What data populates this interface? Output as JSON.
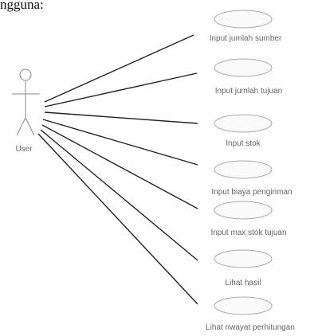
{
  "heading": "ngguna:",
  "actor": {
    "label": "User"
  },
  "use_cases": [
    {
      "label": "Input jumlah sumber"
    },
    {
      "label": "Input jumlah tujuan"
    },
    {
      "label": "Input stok"
    },
    {
      "label": "Input biaya pengiriman"
    },
    {
      "label": "Input max stok tujuan"
    },
    {
      "label": "Lihat hasil"
    },
    {
      "label": "Lihat riwayat perhitungan"
    }
  ]
}
